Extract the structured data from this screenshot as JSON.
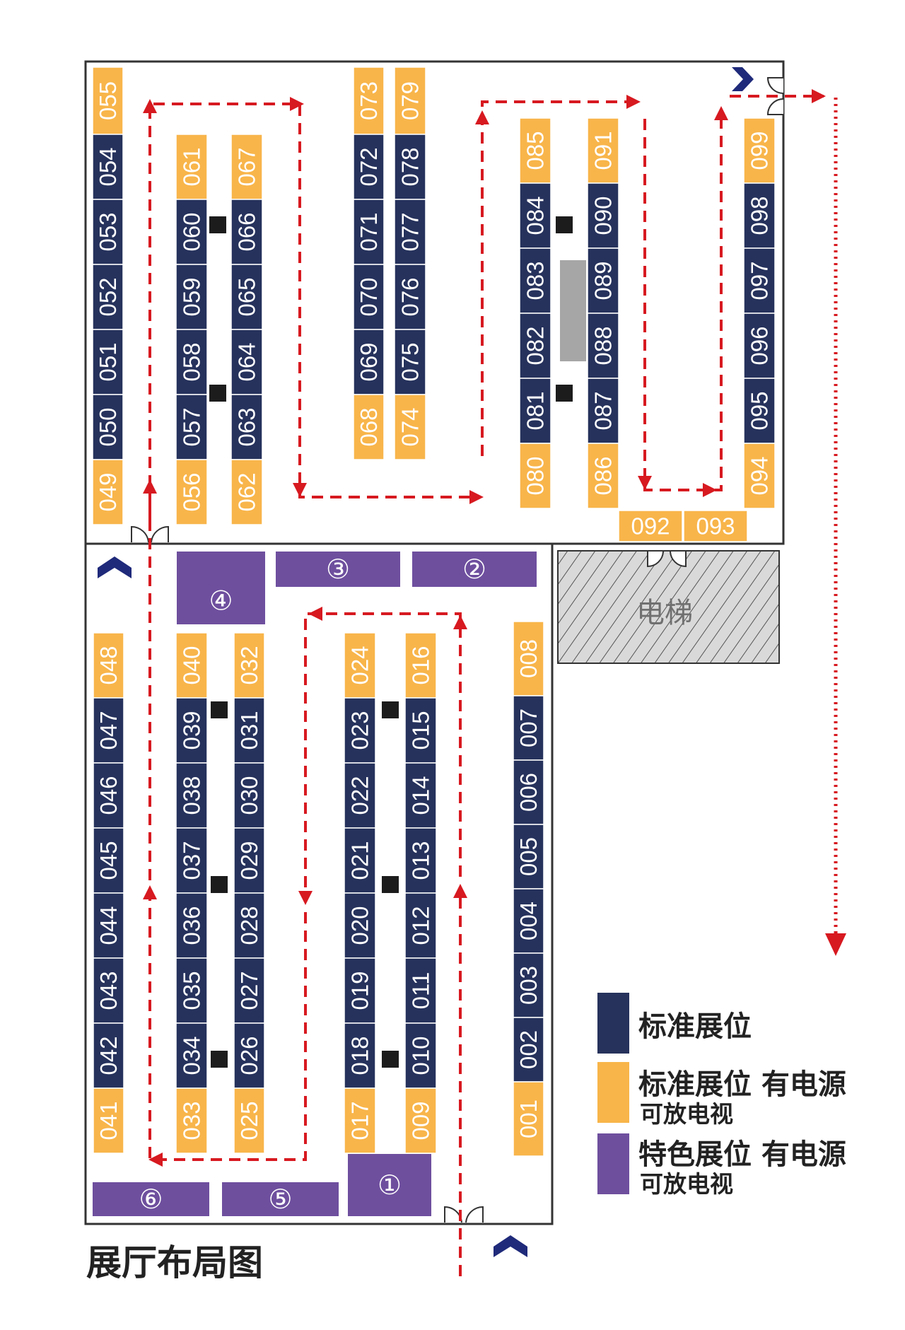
{
  "title": "展厅布局图",
  "colors": {
    "standard": "#26325c",
    "powered": "#f8b54a",
    "special": "#6e4f9e",
    "route": "#d71920",
    "wall": "#333333",
    "pillar": "#1c1c1c",
    "elevator_fill": "#d9d9d9",
    "exit_arrow": "#1f2a7a",
    "stage": "#a6a6a6"
  },
  "booths": {
    "001": {
      "type": "powered"
    },
    "002": {
      "type": "standard"
    },
    "003": {
      "type": "standard"
    },
    "004": {
      "type": "standard"
    },
    "005": {
      "type": "standard"
    },
    "006": {
      "type": "standard"
    },
    "007": {
      "type": "standard"
    },
    "008": {
      "type": "powered"
    },
    "009": {
      "type": "powered"
    },
    "010": {
      "type": "standard"
    },
    "011": {
      "type": "standard"
    },
    "012": {
      "type": "standard"
    },
    "013": {
      "type": "standard"
    },
    "014": {
      "type": "standard"
    },
    "015": {
      "type": "standard"
    },
    "016": {
      "type": "powered"
    },
    "017": {
      "type": "powered"
    },
    "018": {
      "type": "standard"
    },
    "019": {
      "type": "standard"
    },
    "020": {
      "type": "standard"
    },
    "021": {
      "type": "standard"
    },
    "022": {
      "type": "standard"
    },
    "023": {
      "type": "standard"
    },
    "024": {
      "type": "powered"
    },
    "025": {
      "type": "powered"
    },
    "026": {
      "type": "standard"
    },
    "027": {
      "type": "standard"
    },
    "028": {
      "type": "standard"
    },
    "029": {
      "type": "standard"
    },
    "030": {
      "type": "standard"
    },
    "031": {
      "type": "standard"
    },
    "032": {
      "type": "powered"
    },
    "033": {
      "type": "powered"
    },
    "034": {
      "type": "standard"
    },
    "035": {
      "type": "standard"
    },
    "036": {
      "type": "standard"
    },
    "037": {
      "type": "standard"
    },
    "038": {
      "type": "standard"
    },
    "039": {
      "type": "standard"
    },
    "040": {
      "type": "powered"
    },
    "041": {
      "type": "powered"
    },
    "042": {
      "type": "standard"
    },
    "043": {
      "type": "standard"
    },
    "044": {
      "type": "standard"
    },
    "045": {
      "type": "standard"
    },
    "046": {
      "type": "standard"
    },
    "047": {
      "type": "standard"
    },
    "048": {
      "type": "powered"
    },
    "049": {
      "type": "powered"
    },
    "050": {
      "type": "standard"
    },
    "051": {
      "type": "standard"
    },
    "052": {
      "type": "standard"
    },
    "053": {
      "type": "standard"
    },
    "054": {
      "type": "standard"
    },
    "055": {
      "type": "powered"
    },
    "056": {
      "type": "powered"
    },
    "057": {
      "type": "standard"
    },
    "058": {
      "type": "standard"
    },
    "059": {
      "type": "standard"
    },
    "060": {
      "type": "standard"
    },
    "061": {
      "type": "powered"
    },
    "062": {
      "type": "powered"
    },
    "063": {
      "type": "standard"
    },
    "064": {
      "type": "standard"
    },
    "065": {
      "type": "standard"
    },
    "066": {
      "type": "standard"
    },
    "067": {
      "type": "powered"
    },
    "068": {
      "type": "powered"
    },
    "069": {
      "type": "standard"
    },
    "070": {
      "type": "standard"
    },
    "071": {
      "type": "standard"
    },
    "072": {
      "type": "standard"
    },
    "073": {
      "type": "powered"
    },
    "074": {
      "type": "powered"
    },
    "075": {
      "type": "standard"
    },
    "076": {
      "type": "standard"
    },
    "077": {
      "type": "standard"
    },
    "078": {
      "type": "standard"
    },
    "079": {
      "type": "powered"
    },
    "080": {
      "type": "powered"
    },
    "081": {
      "type": "standard"
    },
    "082": {
      "type": "standard"
    },
    "083": {
      "type": "standard"
    },
    "084": {
      "type": "standard"
    },
    "085": {
      "type": "powered"
    },
    "086": {
      "type": "powered"
    },
    "087": {
      "type": "standard"
    },
    "088": {
      "type": "standard"
    },
    "089": {
      "type": "standard"
    },
    "090": {
      "type": "standard"
    },
    "091": {
      "type": "powered"
    },
    "092": {
      "type": "powered"
    },
    "093": {
      "type": "powered"
    },
    "094": {
      "type": "powered"
    },
    "095": {
      "type": "standard"
    },
    "096": {
      "type": "standard"
    },
    "097": {
      "type": "standard"
    },
    "098": {
      "type": "standard"
    },
    "099": {
      "type": "powered"
    }
  },
  "special_booths": [
    "①",
    "②",
    "③",
    "④",
    "⑤",
    "⑥"
  ],
  "elevator": "电梯",
  "legend": [
    {
      "type": "standard",
      "label": "标准展位",
      "sub": ""
    },
    {
      "type": "powered",
      "label": "标准展位 有电源",
      "sub": "可放电视"
    },
    {
      "type": "special",
      "label": "特色展位 有电源",
      "sub": "可放电视"
    }
  ]
}
